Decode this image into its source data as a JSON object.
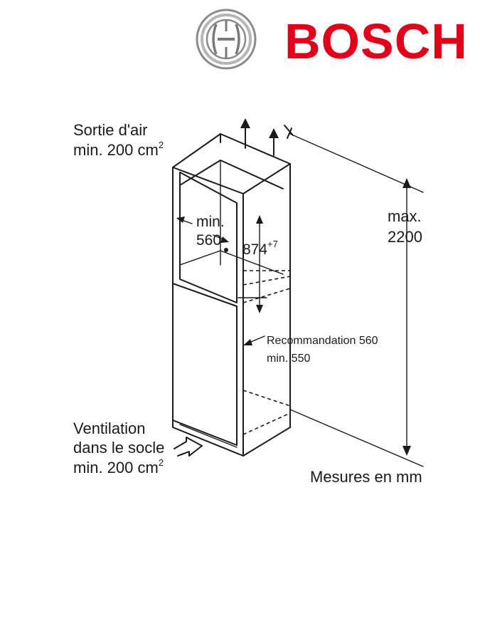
{
  "brand": {
    "name": "BOSCH",
    "color": "#e2001a",
    "logo_icon": "bosch-armature-icon"
  },
  "labels": {
    "air_outlet_line1": "Sortie d'air",
    "air_outlet_line2": "min. 200 cm",
    "air_outlet_sup": "2",
    "max_line1": "max.",
    "max_line2": "2200",
    "niche_width_line1": "min.",
    "niche_width_line2": "560",
    "niche_height": "874",
    "niche_height_tol": "+7",
    "depth_line1": "Recommandation 560",
    "depth_line2": "min. 550",
    "vent_line1": "Ventilation",
    "vent_line2": "dans le socle",
    "vent_line3": "min. 200 cm",
    "vent_sup": "2",
    "units": "Mesures en mm"
  },
  "colors": {
    "ink": "#1a1a1a",
    "background": "#ffffff"
  }
}
